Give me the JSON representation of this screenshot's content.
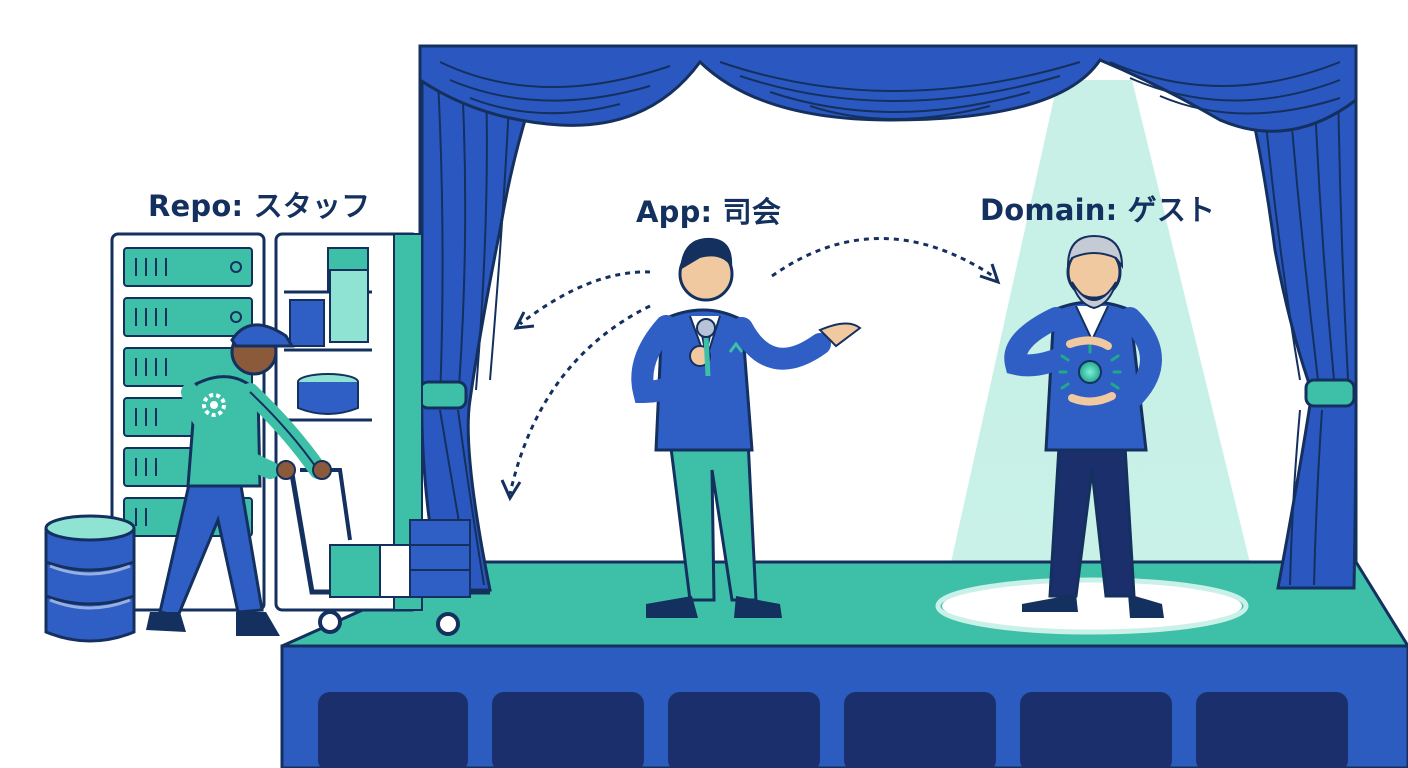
{
  "labels": {
    "repo": "Repo: スタッフ",
    "app": "App: 司会",
    "domain": "Domain: ゲスト"
  },
  "colors": {
    "navy": "#14305f",
    "royal_blue": "#2f5fc4",
    "curtain_blue": "#2b58c0",
    "teal": "#3dbfa8",
    "teal_light": "#8fe3d2",
    "spotlight": "#c9f1e8",
    "stage_front": "#2d5cc0",
    "stage_window": "#1a2f6b"
  },
  "icons": {
    "microphone": "microphone-icon",
    "gear": "gear-icon",
    "orb": "glowing-orb-icon",
    "database": "database-icon"
  }
}
